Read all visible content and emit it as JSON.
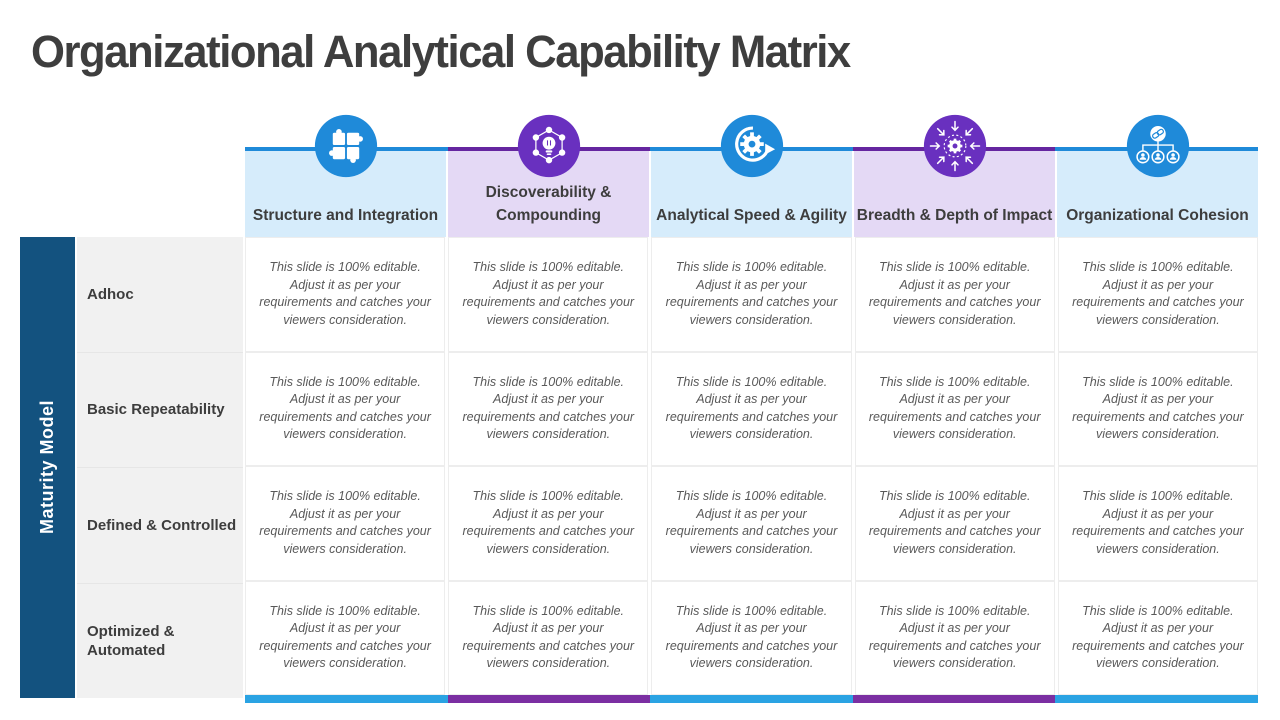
{
  "slide": {
    "title": "Organizational Analytical Capability Matrix"
  },
  "matrix": {
    "row_axis_label": "Maturity Model",
    "cell_text": "This slide is 100% editable. Adjust it as per your requirements and catches your viewers consideration.",
    "columns": [
      {
        "label": "Structure and Integration",
        "icon": "puzzle-icon",
        "theme": "blue"
      },
      {
        "label": "Discoverability & Compounding",
        "icon": "idea-network-icon",
        "theme": "purple"
      },
      {
        "label": "Analytical Speed & Agility",
        "icon": "agile-sprint-icon",
        "theme": "blue"
      },
      {
        "label": "Breadth & Depth of Impact",
        "icon": "impact-focus-icon",
        "theme": "purple"
      },
      {
        "label": "Organizational Cohesion",
        "icon": "org-hierarchy-icon",
        "theme": "blue"
      }
    ],
    "rows": [
      {
        "label": "Adhoc"
      },
      {
        "label": "Basic Repeatability"
      },
      {
        "label": "Defined & Controlled"
      },
      {
        "label": "Optimized & Automated"
      }
    ]
  },
  "colors": {
    "accent_blue": "#1f8ad9",
    "accent_blue_light": "#d6ecfb",
    "accent_blue_bar": "#2aa3e3",
    "accent_purple": "#6930bf",
    "accent_purple_line": "#6526a0",
    "accent_purple_light": "#e4d9f5",
    "accent_purple_bar": "#7b2fa2",
    "navy": "#13527f",
    "label_bg": "#f1f1f1",
    "title_text": "#3e3e3e",
    "body_text": "#595959"
  }
}
